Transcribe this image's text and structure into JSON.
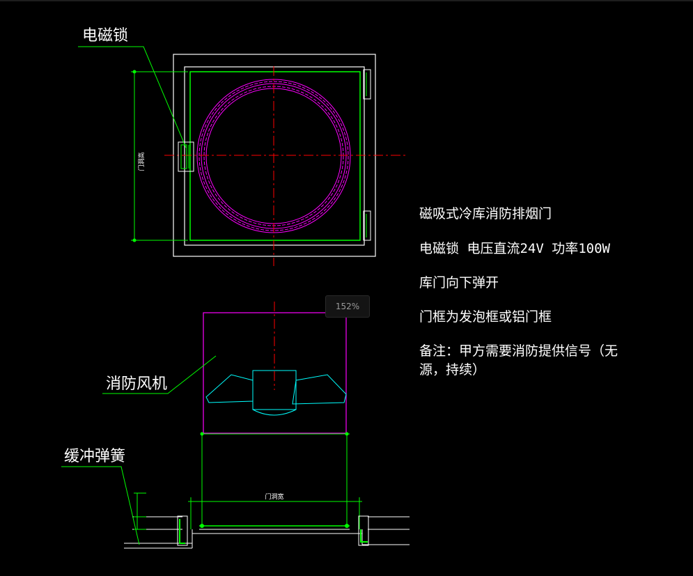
{
  "callouts": {
    "lock": "电磁锁",
    "fan": "消防风机",
    "spring": "缓冲弹簧"
  },
  "notes": [
    "磁吸式冷库消防排烟门",
    "电磁锁 电压直流24V 功率100W",
    "库门向下弹开",
    "门框为发泡框或铝门框",
    "备注：甲方需要消防提供信号（无",
    "源，持续）"
  ],
  "dimensions": {
    "door_height": "门洞高",
    "door_width": "门洞宽"
  },
  "zoom": "152%",
  "colors": {
    "background": "#000000",
    "frame": "#ffffff",
    "leader": "#00ff00",
    "fan_housing": "#ff00ff",
    "fan_blades": "#00ffff",
    "centerline": "#ff0000"
  }
}
